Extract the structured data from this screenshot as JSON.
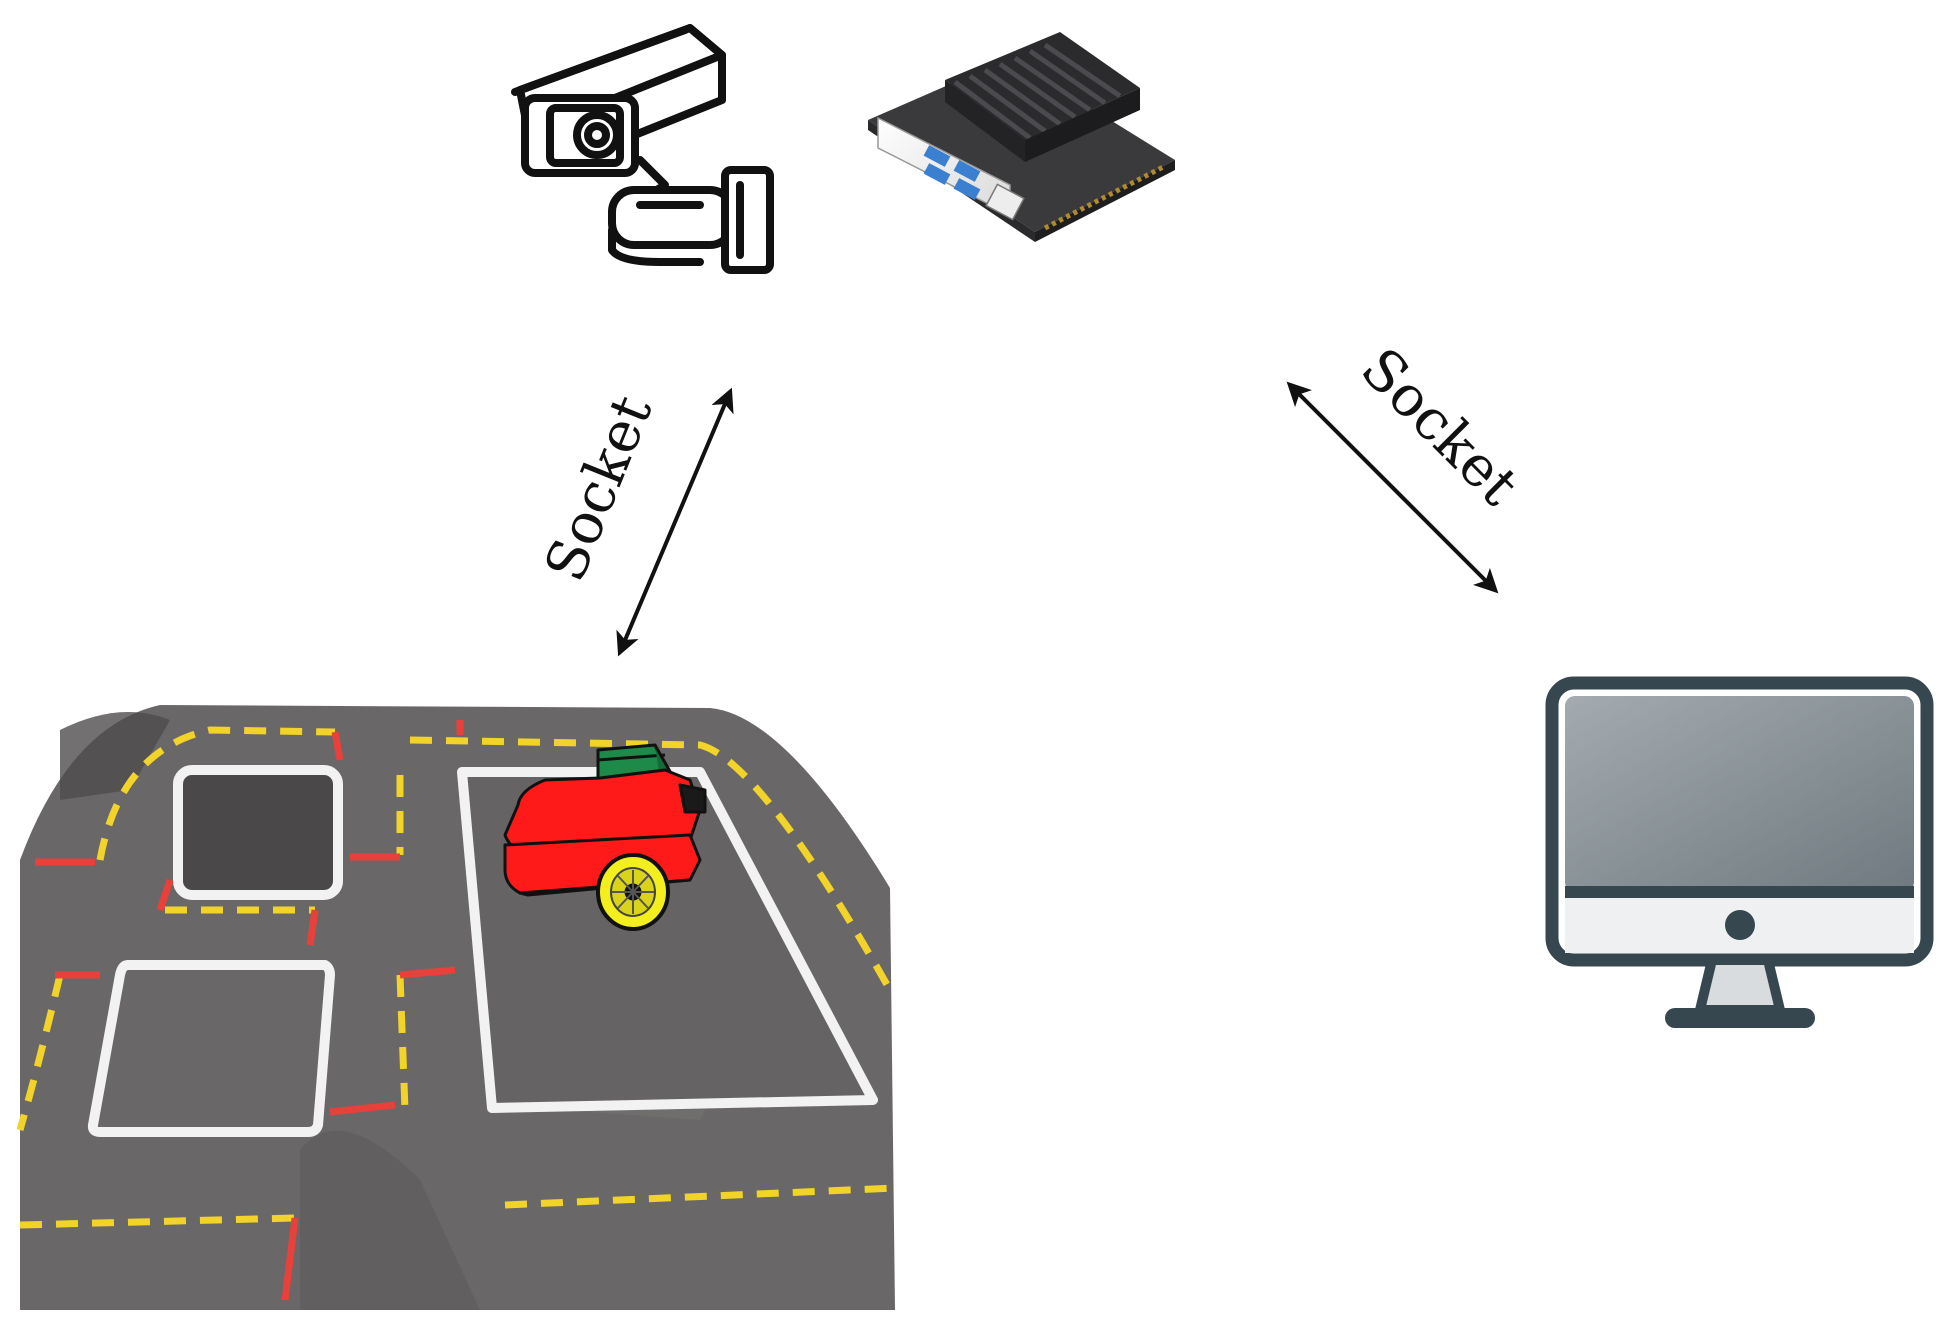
{
  "connections": [
    {
      "from": "camera-edge-device",
      "to": "robot-track",
      "label": "Socket"
    },
    {
      "from": "edge-device",
      "to": "computer-monitor",
      "label": "Socket"
    }
  ],
  "icons": [
    "surveillance-camera-icon",
    "embedded-board-icon",
    "robot-car-icon",
    "monitor-icon"
  ],
  "colors": {
    "track_surface": "#6a6768",
    "lane_yellow": "#f2d32a",
    "lane_red": "#e8403a",
    "lane_white": "#f2f2f2",
    "robot_body": "#ff1a1a",
    "robot_top": "#1e8a4a",
    "robot_wheel": "#f3ee1d",
    "monitor_frame": "#37474f",
    "monitor_screen": "#8e979d",
    "board_heatsink": "#2f2f31",
    "port_blue": "#3b7fd0"
  }
}
